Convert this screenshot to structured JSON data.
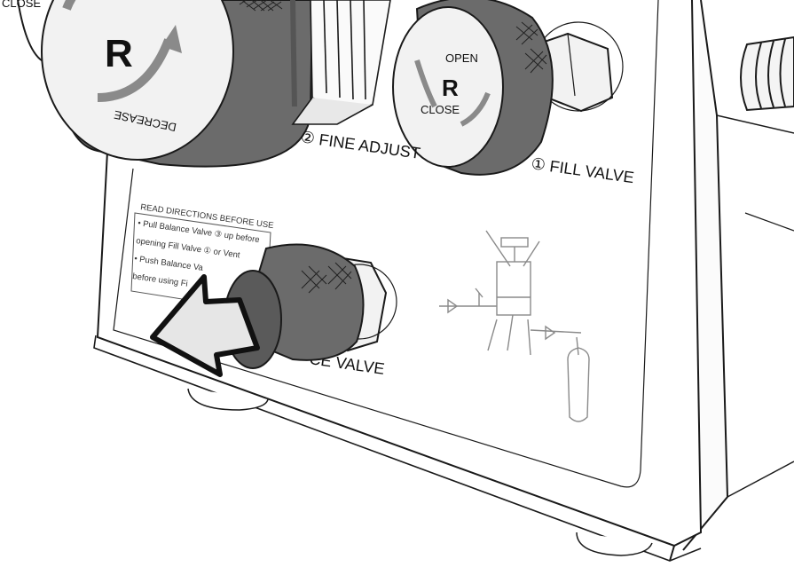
{
  "labels": {
    "fine_adjust": "② FINE ADJUST",
    "fill_valve": "① FILL VALVE",
    "balance_valve_partial": "CE VALVE",
    "decrease": "DECREASE",
    "close_top_left": "CLOSE",
    "open": "OPEN",
    "close": "CLOSE"
  },
  "directions": {
    "heading": "READ DIRECTIONS BEFORE USE",
    "lines": [
      "• Pull Balance Valve ③ up before",
      "opening Fill Valve ① or Vent",
      "• Push Balance Va",
      "before using Fi"
    ]
  },
  "logo": "R",
  "colors": {
    "knob_dark": "#6b6b6b",
    "knob_shadow": "#4e4e4e",
    "knob_face": "#f2f2f2",
    "arrow_fill": "#e6e6e6",
    "line": "#1a1a1a"
  }
}
